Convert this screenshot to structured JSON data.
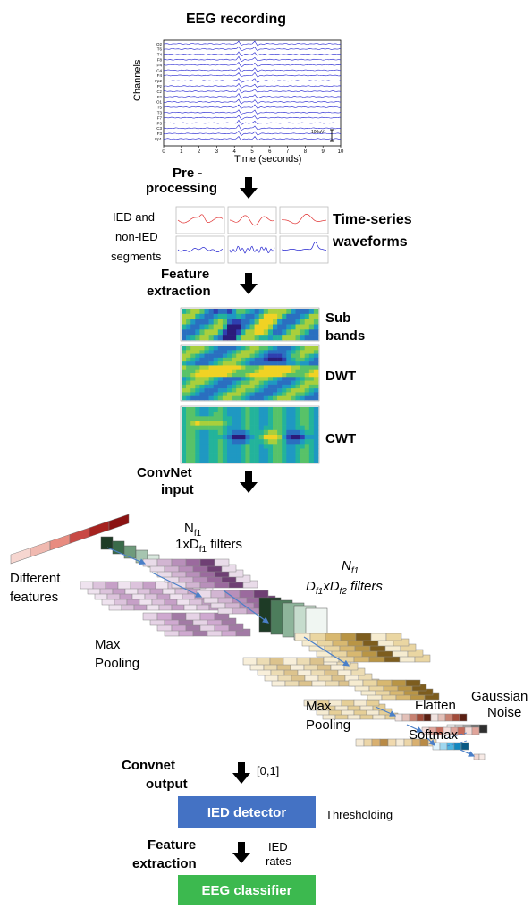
{
  "eeg": {
    "title": "EEG recording",
    "ylabel": "Channels",
    "xlabel": "Time (seconds)",
    "channels": [
      "O2",
      "T6",
      "T4",
      "F8",
      "P4",
      "C4",
      "F4",
      "Fp2",
      "Pz",
      "Cz",
      "Fz",
      "O1",
      "T5",
      "T3",
      "F7",
      "P3",
      "C3",
      "F3",
      "Fp1"
    ],
    "xticks": [
      "0",
      "1",
      "2",
      "3",
      "4",
      "5",
      "6",
      "7",
      "8",
      "9",
      "10"
    ],
    "scale": "100uV"
  },
  "stage1": {
    "line1": "Pre -",
    "line2": "processing"
  },
  "segments": {
    "left_l1": "IED and",
    "left_l2": "non-IED",
    "left_l3": "segments",
    "right_l1": "Time-series",
    "right_l2": "waveforms"
  },
  "stage2": {
    "line1": "Feature",
    "line2": "extraction"
  },
  "features": {
    "sub1": "Sub",
    "sub2": "bands",
    "dwt": "DWT",
    "cwt": "CWT"
  },
  "stage3": {
    "line1": "ConvNet",
    "line2": "input"
  },
  "convnet": {
    "nf1": "N",
    "nf1_sub": "f1",
    "filters1_pre": "1xD",
    "filters1_sub": "f1",
    "filters1_post": " filters",
    "features_l1": "Different",
    "features_l2": "features",
    "nf1b": "N",
    "nf1b_sub": "f1",
    "filters2_d1": "D",
    "filters2_s1": "f1",
    "filters2_x": "xD",
    "filters2_s2": "f2",
    "filters2_post": " filters",
    "maxpool1_l1": "Max",
    "maxpool1_l2": "Pooling",
    "flatten": "Flatten",
    "noise_l1": "Gaussian",
    "noise_l2": "Noise",
    "maxpool2_l1": "Max",
    "maxpool2_l2": "Pooling",
    "softmax": "Softmax"
  },
  "stage4": {
    "line1": "Convnet",
    "line2": "output",
    "range": "[0,1]"
  },
  "ied_detector": {
    "label": "IED detector",
    "color": "#4472C4",
    "side": "Thresholding"
  },
  "stage5": {
    "line1": "Feature",
    "line2": "extraction",
    "rates_l1": "IED",
    "rates_l2": "rates"
  },
  "eeg_classifier": {
    "label": "EEG classifier",
    "color": "#3CB94F"
  },
  "colors": {
    "trace": "#2323d0",
    "red_wave": "#e03030",
    "arrow_line": "#4a7fc8"
  }
}
